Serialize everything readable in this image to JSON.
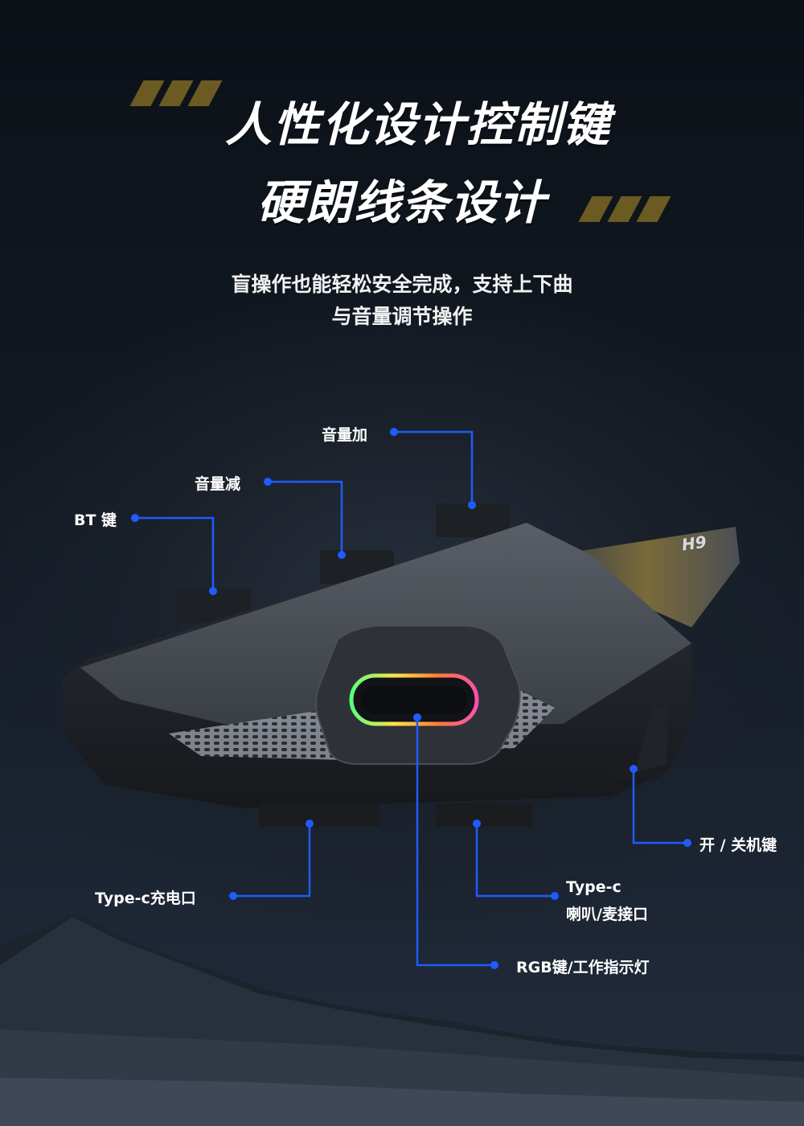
{
  "headline": {
    "line1": "人性化设计控制键",
    "line2": "硬朗线条设计"
  },
  "subtitle": {
    "line1": "盲操作也能轻松安全完成，支持上下曲",
    "line2": "与音量调节操作"
  },
  "device": {
    "model_label": "H9"
  },
  "callouts": {
    "volume_up": "音量加",
    "volume_down": "音量减",
    "bt_key": "BT 键",
    "power_key": "开 / 关机键",
    "typec_charge": "Type-c充电口",
    "typec_audio_line1": "Type-c",
    "typec_audio_line2": "喇叭/麦接口",
    "rgb_key": "RGB键/工作指示灯"
  },
  "colors": {
    "accent_line": "#1e5cff",
    "deco_gold": "#6b5a22"
  }
}
